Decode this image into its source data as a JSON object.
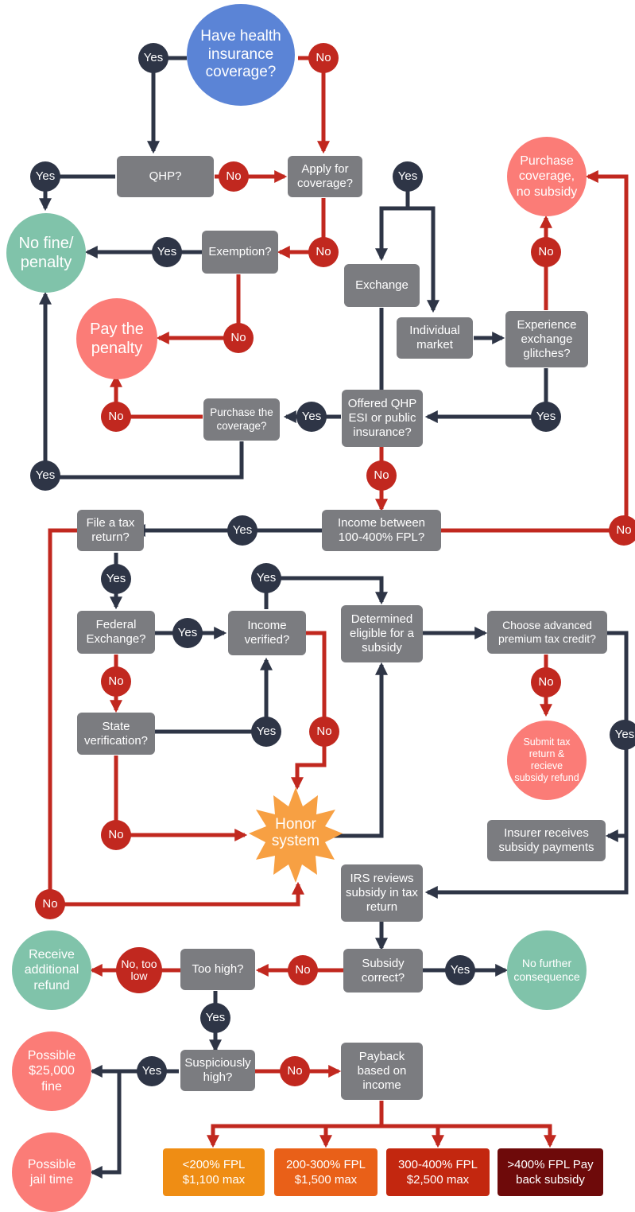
{
  "colors": {
    "yes": "#2e3546",
    "no": "#c1281f",
    "box": "#7b7c80",
    "start": "#5b84d6",
    "good": "#80c3aa",
    "bad": "#fb7c77",
    "honor": "#f7a043",
    "tier1": "#ef8d14",
    "tier2": "#e96018",
    "tier3": "#c3270f",
    "tier4": "#6e0a0a"
  },
  "labels": {
    "yes": "Yes",
    "no": "No",
    "no_too_low": "No, too low"
  },
  "nodes": {
    "start": "Have health insurance coverage?",
    "qhp": "QHP?",
    "apply": "Apply for coverage?",
    "no_fine": "No fine/ penalty",
    "exemption": "Exemption?",
    "exchange": "Exchange",
    "individual_market": "Individual market",
    "experience_glitches": "Experience exchange glitches?",
    "purchase_no_subsidy": "Purchase coverage, no subsidy",
    "pay_penalty": "Pay the penalty",
    "purchase_the_coverage": "Purchase the coverage?",
    "offered_qhp": "Offered QHP ESI or public insurance?",
    "income_between": "Income between 100-400% FPL?",
    "file_tax": "File a tax return?",
    "federal_exchange": "Federal Exchange?",
    "income_verified": "Income verified?",
    "determined_eligible": "Determined eligible for a subsidy",
    "choose_aptc": "Choose advanced premium tax credit?",
    "submit_tax_return": "Submit tax return & recieve subsidy refund",
    "state_verification": "State verification?",
    "honor_system": "Honor system",
    "insurer_receives": "Insurer receives subsidy payments",
    "irs_reviews": "IRS reviews subsidy in tax return",
    "receive_refund": "Receive additional refund",
    "too_high": "Too high?",
    "subsidy_correct": "Subsidy correct?",
    "no_further": "No further consequence",
    "possible_fine": "Possible $25,000 fine",
    "suspiciously_high": "Suspiciously high?",
    "payback": "Payback based on income",
    "possible_jail": "Possible jail time"
  },
  "payback_tiers": [
    {
      "line1": "<200% FPL",
      "line2": "$1,100 max"
    },
    {
      "line1": "200-300% FPL",
      "line2": "$1,500 max"
    },
    {
      "line1": "300-400% FPL",
      "line2": "$2,500 max"
    },
    {
      "line1": ">400% FPL Pay",
      "line2": "back subsidy"
    }
  ]
}
